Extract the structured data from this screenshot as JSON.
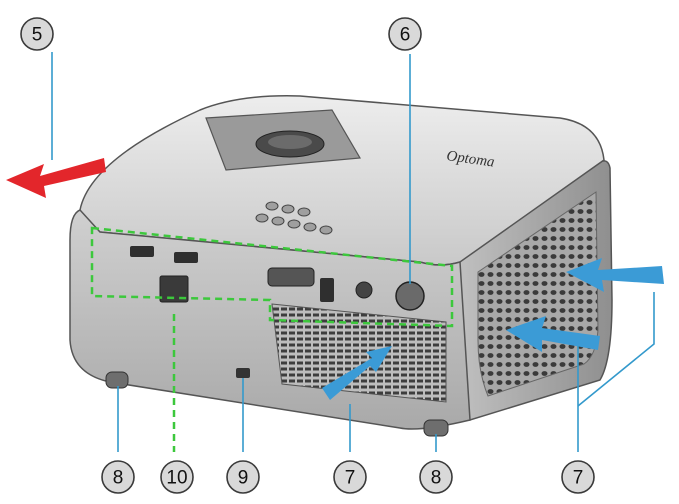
{
  "brand": "Optoma",
  "callouts": [
    {
      "label": "5"
    },
    {
      "label": "6"
    },
    {
      "label": "7"
    },
    {
      "label": "7"
    },
    {
      "label": "8"
    },
    {
      "label": "8"
    },
    {
      "label": "9"
    },
    {
      "label": "10"
    }
  ],
  "colors": {
    "exhaust_arrow": "#e3262b",
    "intake_arrow": "#3b9bd6",
    "leader_line": "#3399cc",
    "io_outline": "#3cc83c",
    "body_top": "#d6d6d6",
    "body_side": "#b8b8b8",
    "callout_fill": "#d9d9d9"
  }
}
